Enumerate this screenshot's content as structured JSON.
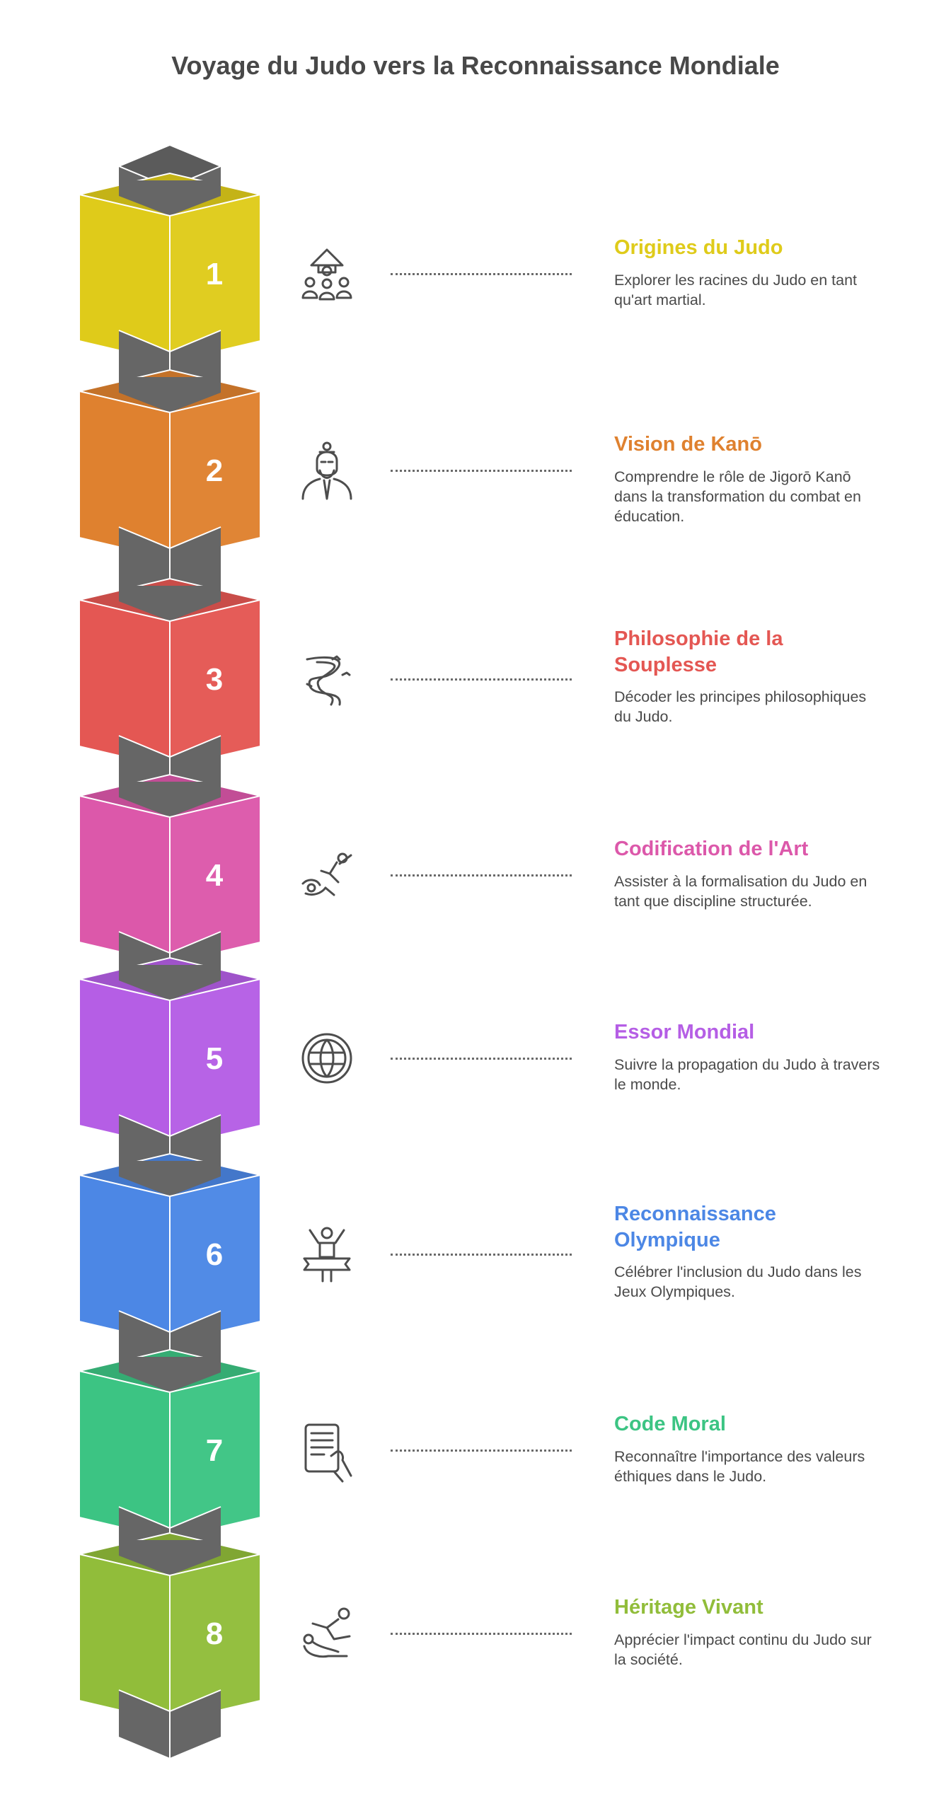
{
  "title": "Voyage du Judo vers la Reconnaissance Mondiale",
  "steps": [
    {
      "number": "1",
      "title": "Origines du Judo",
      "description": "Explorer les racines du Judo en tant qu'art martial.",
      "color": "#DFCB1A",
      "icon": "pagoda-people-icon"
    },
    {
      "number": "2",
      "title": "Vision de Kanō",
      "description": "Comprendre le rôle de Jigorō Kanō dans la transformation du combat en éducation.",
      "color": "#DF812F",
      "icon": "master-portrait-icon"
    },
    {
      "number": "3",
      "title": "Philosophie de la Souplesse",
      "description": "Décoder les principes philosophiques du Judo.",
      "color": "#E45753",
      "icon": "winding-river-icon"
    },
    {
      "number": "4",
      "title": "Codification de l'Art",
      "description": "Assister à la formalisation du Judo en tant que discipline structurée.",
      "color": "#DC58AA",
      "icon": "judo-throw-icon"
    },
    {
      "number": "5",
      "title": "Essor Mondial",
      "description": "Suivre la propagation du Judo à travers le monde.",
      "color": "#B55EE5",
      "icon": "globe-icon"
    },
    {
      "number": "6",
      "title": "Reconnaissance Olympique",
      "description": "Célébrer l'inclusion du Judo dans les Jeux Olympiques.",
      "color": "#4C87E5",
      "icon": "victory-podium-icon"
    },
    {
      "number": "7",
      "title": "Code Moral",
      "description": "Reconnaître l'importance des valeurs éthiques dans le Judo.",
      "color": "#3CC483",
      "icon": "tablet-hand-icon"
    },
    {
      "number": "8",
      "title": "Héritage Vivant",
      "description": "Apprécier l'impact continu du Judo sur la société.",
      "color": "#91BD3A",
      "icon": "grappling-figures-icon"
    }
  ]
}
